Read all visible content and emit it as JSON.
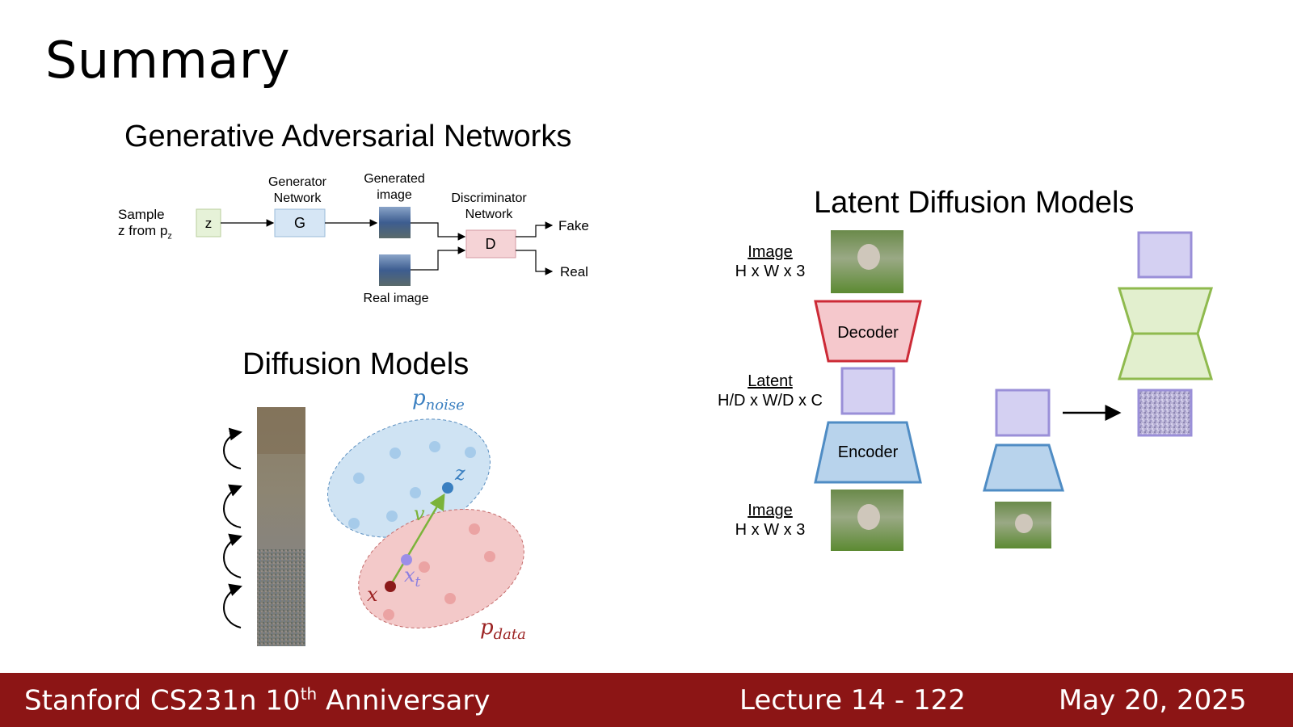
{
  "slide": {
    "title": "Summary"
  },
  "gan": {
    "title": "Generative Adversarial Networks",
    "sample_label_line1": "Sample",
    "sample_label_line2": "z from p",
    "sample_label_sub": "z",
    "z_box": "z",
    "generator_label_line1": "Generator",
    "generator_label_line2": "Network",
    "g_box": "G",
    "generated_label_line1": "Generated",
    "generated_label_line2": "image",
    "discriminator_label_line1": "Discriminator",
    "discriminator_label_line2": "Network",
    "d_box": "D",
    "fake": "Fake",
    "real": "Real",
    "real_image": "Real image"
  },
  "diffusion": {
    "title": "Diffusion Models",
    "p_noise": "p",
    "p_noise_sub": "noise",
    "p_data": "p",
    "p_data_sub": "data",
    "z": "z",
    "v": "v",
    "x_t": "x",
    "x_t_sub": "t",
    "x": "x"
  },
  "ldm": {
    "title": "Latent Diffusion Models",
    "image_top_label": "Image",
    "image_top_dims": "H x W x 3",
    "decoder": "Decoder",
    "latent_label": "Latent",
    "latent_dims": "H/D x W/D x C",
    "encoder": "Encoder",
    "image_bottom_label": "Image",
    "image_bottom_dims": "H x W x 3"
  },
  "footer": {
    "course": "Stanford CS231n 10",
    "course_sup": "th",
    "course_rest": " Anniversary",
    "lecture": "Lecture 14 -  122",
    "date": "May 20, 2025"
  },
  "colors": {
    "footer_bg": "#8c1515",
    "gan_z_fill": "#e6f2d8",
    "gan_g_fill": "#d6e6f5",
    "gan_d_fill": "#f5d3d6",
    "noise_blob": "#cfe3f3",
    "data_blob": "#f3c9c9",
    "latent_purple": "#d4d0f2",
    "encoder_blue": "#b8d3ec",
    "decoder_red": "#f5c8cc",
    "unet_green": "#e2efce"
  }
}
